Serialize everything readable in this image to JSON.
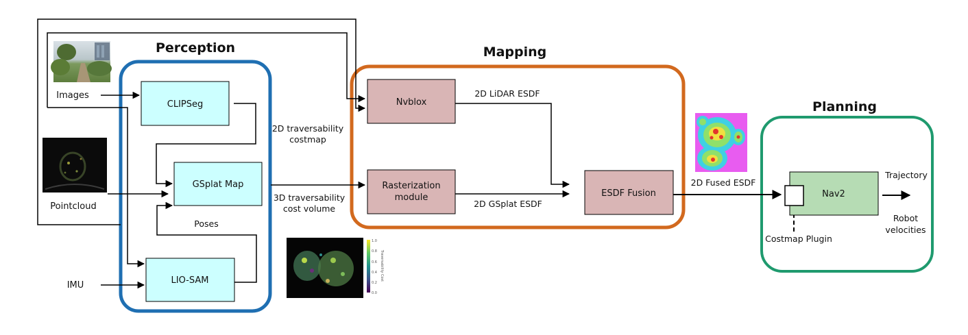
{
  "groups": {
    "perception": {
      "title": "Perception",
      "color": "#1f6fb2"
    },
    "mapping": {
      "title": "Mapping",
      "color": "#d2691e"
    },
    "planning": {
      "title": "Planning",
      "color": "#1f9a6e"
    }
  },
  "nodes": {
    "clipseg": "CLIPSeg",
    "gsplat_map": "GSplat Map",
    "lio_sam": "LIO-SAM",
    "nvblox": "Nvblox",
    "rasterization": [
      "Rasterization",
      "module"
    ],
    "esdf_fusion": "ESDF Fusion",
    "nav2": "Nav2"
  },
  "inputs": {
    "images": "Images",
    "pointcloud": "Pointcloud",
    "imu": "IMU"
  },
  "edge_labels": {
    "poses": "Poses",
    "trav_costmap": [
      "2D traversability",
      "costmap"
    ],
    "trav_volume": [
      "3D traversability",
      "cost volume"
    ],
    "lidar_esdf": "2D LiDAR ESDF",
    "gsplat_esdf": "2D GSplat ESDF",
    "fused_esdf": "2D Fused ESDF",
    "costmap_plugin": "Costmap Plugin",
    "trajectory": "Trajectory",
    "robot_velocities": [
      "Robot",
      "velocities"
    ]
  },
  "colorbar_ticks": [
    "1.0",
    "0.8",
    "0.6",
    "0.4",
    "0.2",
    "0.0"
  ],
  "colorbar_title": "Traversability Cost",
  "colors": {
    "cyan_node": "#ccffff",
    "pink_node": "#d9b5b5",
    "green_node": "#b6dcb4"
  }
}
